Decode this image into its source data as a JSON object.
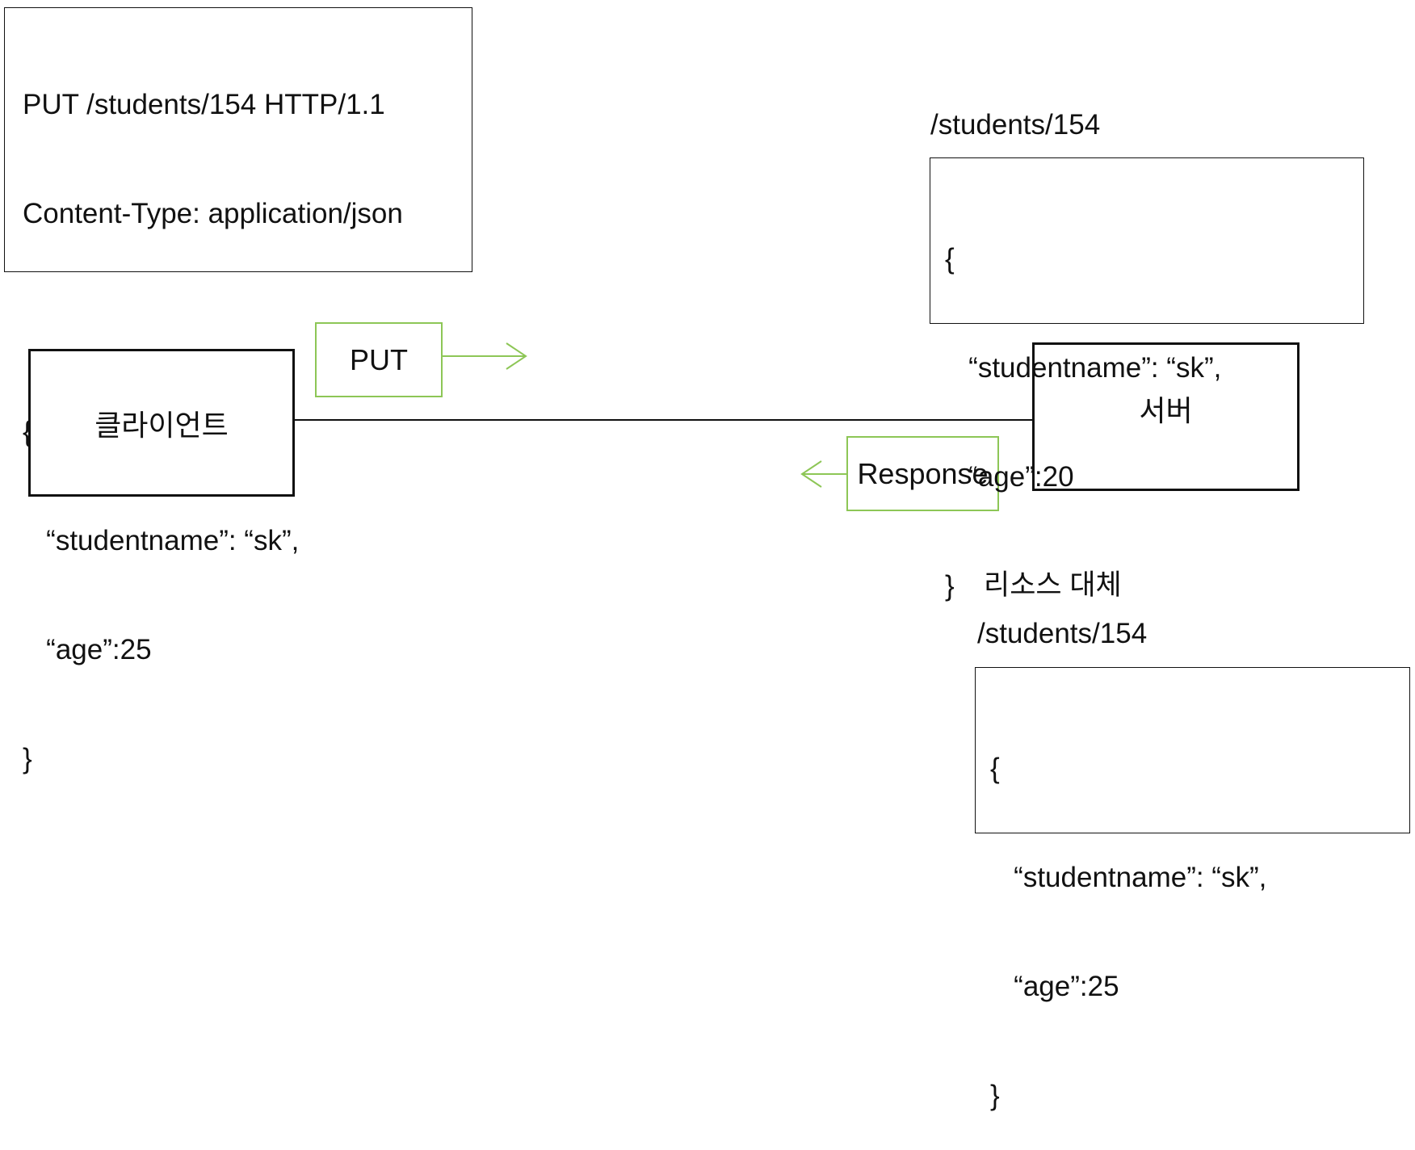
{
  "request_box": {
    "lines": [
      "PUT /students/154 HTTP/1.1",
      "Content-Type: application/json",
      "",
      "{",
      "   “studentname”: “sk”,",
      "   “age”:25",
      "}"
    ]
  },
  "client": {
    "label": "클라이언트"
  },
  "server": {
    "label": "서버"
  },
  "put_tag": {
    "label": "PUT"
  },
  "response_tag": {
    "label": "Response"
  },
  "server_resource_before": {
    "path": "/students/154",
    "lines": [
      "{",
      "   “studentname”: “sk”,",
      "   “age”:20",
      "}"
    ]
  },
  "replace_note": {
    "label": "리소스 대체"
  },
  "server_resource_after": {
    "path": "/students/154",
    "lines": [
      "{",
      "   “studentname”: “sk”,",
      "   “age”:25",
      "}"
    ]
  },
  "colors": {
    "arrow": "#8dc656",
    "stroke": "#111111"
  }
}
